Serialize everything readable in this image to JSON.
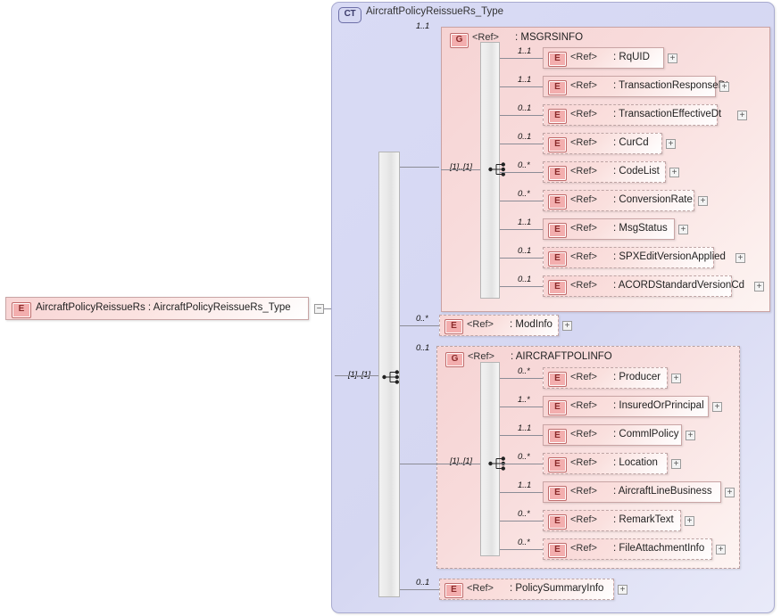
{
  "diagram": {
    "type": "xml-schema-diagram",
    "root_element": {
      "badge": "E",
      "label": "AircraftPolicyReissueRs : AircraftPolicyReissueRs_Type",
      "toggle": "−"
    },
    "complex_type": {
      "badge": "CT",
      "title": "AircraftPolicyReissueRs_Type",
      "sequence_occurrence": "[1]..[1]",
      "sequence_icon": "sequence-icon"
    },
    "children": [
      {
        "kind": "group",
        "badge": "G",
        "ref": "<Ref>",
        "name": ": MSGRSINFO",
        "cardinality": "1..1",
        "border": "solid",
        "sequence_occurrence": "[1]..[1]",
        "items": [
          {
            "badge": "E",
            "ref": "<Ref>",
            "name": ": RqUID",
            "cardinality": "1..1",
            "border": "solid",
            "toggle": "+"
          },
          {
            "badge": "E",
            "ref": "<Ref>",
            "name": ": TransactionResponseDt",
            "cardinality": "1..1",
            "border": "solid",
            "toggle": "+"
          },
          {
            "badge": "E",
            "ref": "<Ref>",
            "name": ": TransactionEffectiveDt",
            "cardinality": "0..1",
            "border": "dashed",
            "toggle": "+"
          },
          {
            "badge": "E",
            "ref": "<Ref>",
            "name": ": CurCd",
            "cardinality": "0..1",
            "border": "dashed",
            "toggle": "+"
          },
          {
            "badge": "E",
            "ref": "<Ref>",
            "name": ": CodeList",
            "cardinality": "0..*",
            "border": "dashed",
            "toggle": "+"
          },
          {
            "badge": "E",
            "ref": "<Ref>",
            "name": ": ConversionRate",
            "cardinality": "0..*",
            "border": "dashed",
            "toggle": "+"
          },
          {
            "badge": "E",
            "ref": "<Ref>",
            "name": ": MsgStatus",
            "cardinality": "1..1",
            "border": "solid",
            "toggle": "+"
          },
          {
            "badge": "E",
            "ref": "<Ref>",
            "name": ": SPXEditVersionApplied",
            "cardinality": "0..1",
            "border": "dashed",
            "toggle": "+"
          },
          {
            "badge": "E",
            "ref": "<Ref>",
            "name": ": ACORDStandardVersionCd",
            "cardinality": "0..1",
            "border": "dashed",
            "toggle": "+"
          }
        ]
      },
      {
        "kind": "element",
        "badge": "E",
        "ref": "<Ref>",
        "name": ": ModInfo",
        "cardinality": "0..*",
        "border": "dashed",
        "toggle": "+"
      },
      {
        "kind": "group",
        "badge": "G",
        "ref": "<Ref>",
        "name": ": AIRCRAFTPOLINFO",
        "cardinality": "0..1",
        "border": "dashed",
        "sequence_occurrence": "[1]..[1]",
        "items": [
          {
            "badge": "E",
            "ref": "<Ref>",
            "name": ": Producer",
            "cardinality": "0..*",
            "border": "dashed",
            "toggle": "+"
          },
          {
            "badge": "E",
            "ref": "<Ref>",
            "name": ": InsuredOrPrincipal",
            "cardinality": "1..*",
            "border": "solid",
            "toggle": "+"
          },
          {
            "badge": "E",
            "ref": "<Ref>",
            "name": ": CommlPolicy",
            "cardinality": "1..1",
            "border": "solid",
            "toggle": "+"
          },
          {
            "badge": "E",
            "ref": "<Ref>",
            "name": ": Location",
            "cardinality": "0..*",
            "border": "dashed",
            "toggle": "+"
          },
          {
            "badge": "E",
            "ref": "<Ref>",
            "name": ": AircraftLineBusiness",
            "cardinality": "1..1",
            "border": "solid",
            "toggle": "+"
          },
          {
            "badge": "E",
            "ref": "<Ref>",
            "name": ": RemarkText",
            "cardinality": "0..*",
            "border": "dashed",
            "toggle": "+"
          },
          {
            "badge": "E",
            "ref": "<Ref>",
            "name": ": FileAttachmentInfo",
            "cardinality": "0..*",
            "border": "dashed",
            "toggle": "+"
          }
        ]
      },
      {
        "kind": "element",
        "badge": "E",
        "ref": "<Ref>",
        "name": ": PolicySummaryInfo",
        "cardinality": "0..1",
        "border": "dashed",
        "toggle": "+"
      }
    ],
    "colors": {
      "element_fill": "#f8d4d4",
      "group_fill": "#f6d3d3",
      "complextype_fill": "#d9dbf5",
      "badge_fill": "#f3aeae",
      "line": "#8c8c96"
    }
  }
}
